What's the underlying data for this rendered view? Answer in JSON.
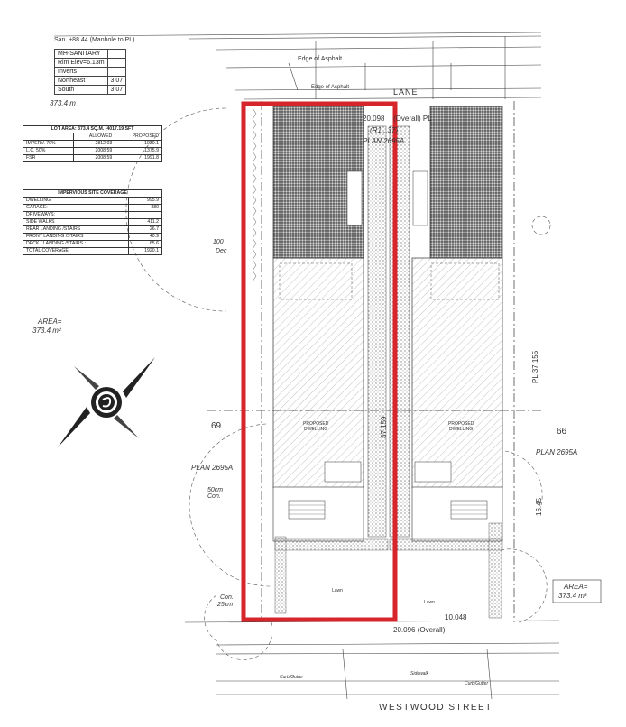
{
  "manhole": {
    "note": "San. ±88.44 (Manhole to PL)",
    "rows": [
      [
        "MH-SANITARY",
        ""
      ],
      [
        "Rim Elev=6.13m",
        ""
      ],
      [
        "Inverts",
        ""
      ],
      [
        "Northeast",
        "3.07"
      ],
      [
        "South",
        "3.07"
      ]
    ]
  },
  "lot_label": "373.4 m",
  "lot_table": {
    "title": "LOT AREA: 373.4 SQ.M. (4017.19 SFT",
    "headers": [
      "",
      "ALLOWED",
      "PROPOSED"
    ],
    "rows": [
      [
        "IMPERV. 70%",
        "2812.03",
        "1920.1"
      ],
      [
        "L.C. 50%",
        "2008.59",
        "1375.9"
      ],
      [
        "FSR",
        "2008.59",
        "1991.8"
      ]
    ]
  },
  "impervious_table": {
    "title": "IMPERVIOUS SITE COVERAGE",
    "rows": [
      [
        "DWELLING:",
        "995.9"
      ],
      [
        "GARAGE:",
        "380"
      ],
      [
        "DRIVEWAYS:",
        ""
      ],
      [
        "SIDE WALKS",
        "411.2"
      ],
      [
        "REAR LANDING /STAIRS",
        "26.7"
      ],
      [
        "FRONT LANDING /STAIRS",
        "40.9"
      ],
      [
        "DECK / LANDING /STAIRS :",
        "65.6"
      ],
      [
        "TOTAL COVERAGE:",
        "1920.1"
      ]
    ]
  },
  "labels": {
    "edge_asphalt_top": "Edge of Asphalt",
    "edge_asphalt_mid": "Edge of Asphalt",
    "lane": "LANE",
    "dim_top": "20.098",
    "overall_pl": "(Overall)  PL",
    "r_label": "(R1...37)",
    "plan_top": "PLAN 2695A",
    "dec": "100\nDec",
    "area_left_1": "AREA=",
    "area_left_2": "373.4 m²",
    "lot_69": "69",
    "lot_66": "66",
    "plan_left": "PLAN 2695A",
    "plan_right": "PLAN 2695A",
    "con_50": "50cm\nCon.",
    "con_25": "Con.\n25cm",
    "dim_side": "37.159",
    "pl_right": "PL 37.155",
    "dim_1645": "16.45",
    "proposed_1": "PROPOSED\nDWELLING",
    "proposed_2": "PROPOSED\nDWELLING",
    "dim_bottom": "20.096 (Overall)",
    "dim_10048": "10.048",
    "area_right_1": "AREA=",
    "area_right_2": "373.4 m²",
    "street": "WESTWOOD  STREET",
    "sidewalk": "Sidewalk",
    "curb": "Curb/Gutter",
    "lawn_1": "Lawn",
    "lawn_2": "Lawn"
  },
  "colors": {
    "highlight": "#d6262c",
    "line": "#444444"
  },
  "icons": [
    "north-arrow-icon"
  ]
}
